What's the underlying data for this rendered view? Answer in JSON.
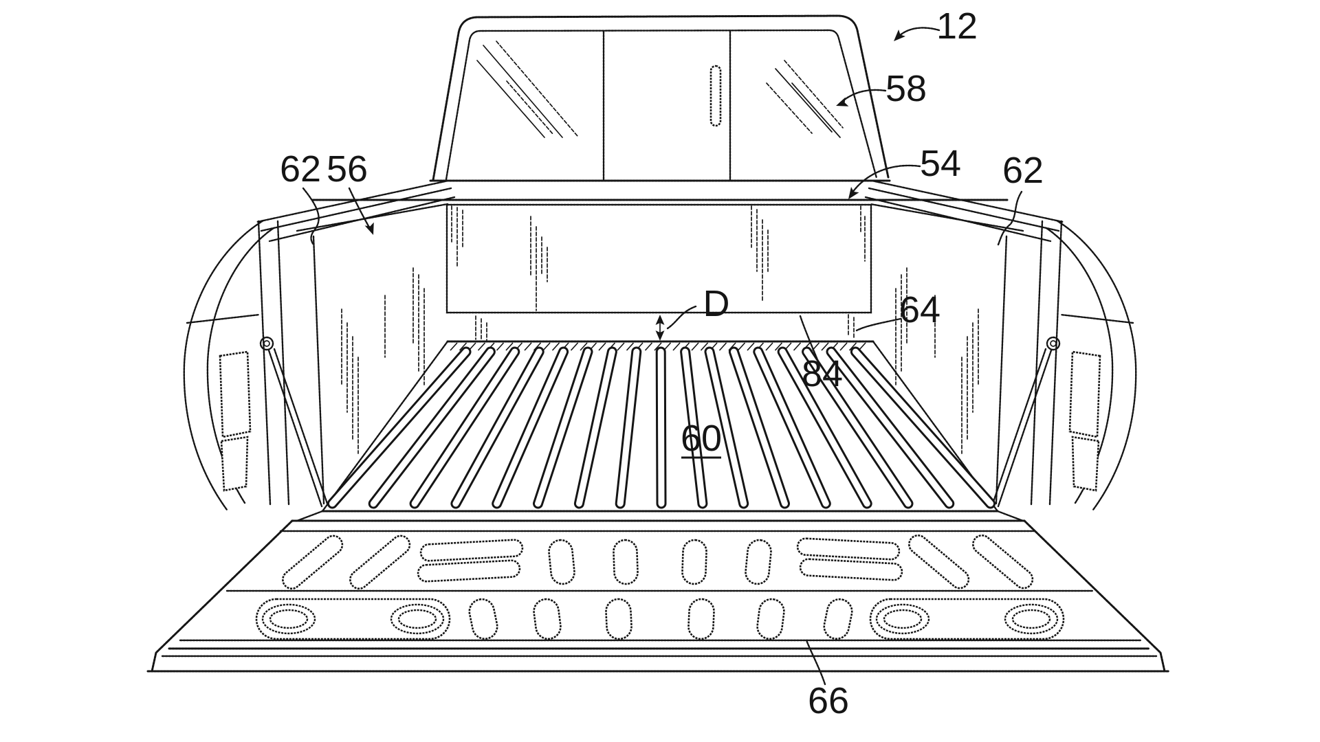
{
  "figure": {
    "type": "patent-line-drawing",
    "subject": "pickup truck bed, rear perspective view with open tailgate",
    "background_color": "#ffffff",
    "line_color": "#151515",
    "labels": {
      "ref_12": "12",
      "ref_58": "58",
      "ref_54": "54",
      "ref_62_left": "62",
      "ref_56": "56",
      "ref_62_right": "62",
      "dim_d": "D",
      "ref_64": "64",
      "ref_84": "84",
      "ref_60": "60",
      "ref_66": "66"
    }
  }
}
